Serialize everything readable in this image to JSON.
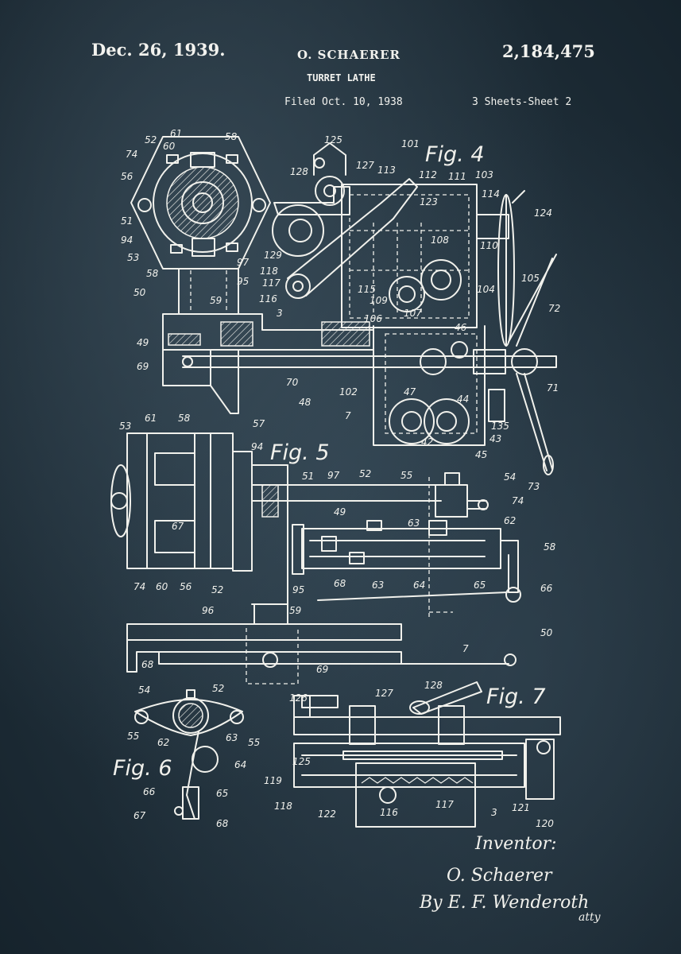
{
  "header": {
    "date": "Dec. 26, 1939.",
    "inventor": "O. SCHAERER",
    "patent_number": "2,184,475",
    "title": "TURRET LATHE",
    "filed": "Filed Oct. 10, 1938",
    "sheets": "3 Sheets-Sheet 2"
  },
  "figures": {
    "fig4": "Fig. 4",
    "fig5": "Fig. 5",
    "fig6": "Fig. 6",
    "fig7": "Fig. 7"
  },
  "signature": {
    "line1": "Inventor:",
    "line2": "O. Schaerer",
    "line3": "By E. F. Wenderoth",
    "line4": "atty"
  },
  "reference_numerals": {
    "fig4": [
      "52",
      "61",
      "58",
      "74",
      "60",
      "56",
      "51",
      "94",
      "53",
      "58",
      "50",
      "97",
      "95",
      "59",
      "129",
      "118",
      "117",
      "116",
      "128",
      "125",
      "127",
      "101",
      "113",
      "112",
      "111",
      "103",
      "114",
      "124",
      "123",
      "108",
      "110",
      "105",
      "115",
      "109",
      "104",
      "107",
      "106",
      "72",
      "46",
      "49",
      "69",
      "70",
      "48",
      "102",
      "47",
      "44",
      "71",
      "135",
      "7",
      "42",
      "43",
      "45",
      "3"
    ],
    "fig5": [
      "53",
      "61",
      "58",
      "57",
      "94",
      "51",
      "97",
      "52",
      "55",
      "54",
      "73",
      "74",
      "63",
      "62",
      "58",
      "68",
      "63",
      "64",
      "65",
      "66",
      "67",
      "74",
      "60",
      "56",
      "52",
      "95",
      "96",
      "59",
      "50",
      "68",
      "7",
      "69",
      "49"
    ],
    "fig6": [
      "54",
      "52",
      "55",
      "62",
      "63",
      "55",
      "64",
      "66",
      "65",
      "67",
      "68"
    ],
    "fig7": [
      "126",
      "127",
      "128",
      "125",
      "119",
      "118",
      "122",
      "116",
      "117",
      "3",
      "121",
      "120"
    ]
  }
}
